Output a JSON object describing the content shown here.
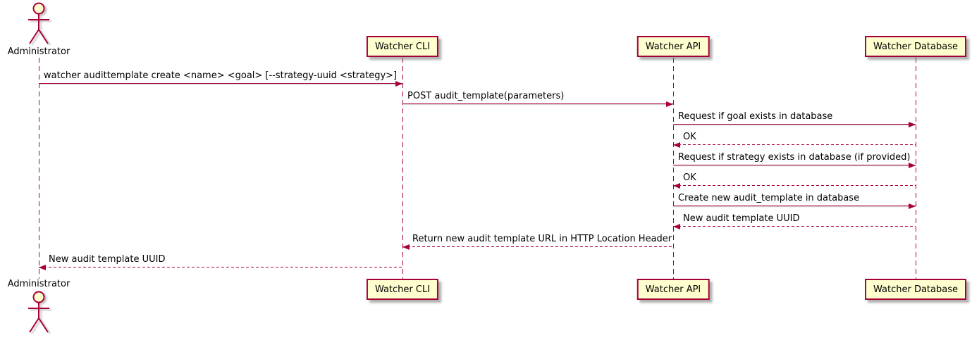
{
  "diagram": {
    "type": "sequence-diagram",
    "style": "plantuml",
    "colors": {
      "accent": "#A80036",
      "participant_fill": "#FEFECE",
      "text": "#000000",
      "background": "#FFFFFF"
    },
    "icons": {
      "actor": "stick-figure",
      "arrowhead": "filled-triangle"
    },
    "participants": [
      {
        "id": "administrator",
        "kind": "actor",
        "label": "Administrator"
      },
      {
        "id": "watcher-cli",
        "kind": "participant",
        "label": "Watcher CLI"
      },
      {
        "id": "watcher-api",
        "kind": "participant",
        "label": "Watcher API"
      },
      {
        "id": "watcher-database",
        "kind": "participant",
        "label": "Watcher Database"
      }
    ],
    "messages": [
      {
        "from": "administrator",
        "to": "watcher-cli",
        "line": "solid",
        "text": "watcher audittemplate create <name> <goal> [--strategy-uuid <strategy>]"
      },
      {
        "from": "watcher-cli",
        "to": "watcher-api",
        "line": "solid",
        "text": "POST audit_template(parameters)"
      },
      {
        "from": "watcher-api",
        "to": "watcher-database",
        "line": "solid",
        "text": "Request if goal exists in database"
      },
      {
        "from": "watcher-database",
        "to": "watcher-api",
        "line": "dashed",
        "text": "OK"
      },
      {
        "from": "watcher-api",
        "to": "watcher-database",
        "line": "solid",
        "text": "Request if strategy exists in database (if provided)"
      },
      {
        "from": "watcher-database",
        "to": "watcher-api",
        "line": "dashed",
        "text": "OK"
      },
      {
        "from": "watcher-api",
        "to": "watcher-database",
        "line": "solid",
        "text": "Create new audit_template in database"
      },
      {
        "from": "watcher-database",
        "to": "watcher-api",
        "line": "dashed",
        "text": "New audit template UUID"
      },
      {
        "from": "watcher-api",
        "to": "watcher-cli",
        "line": "dashed",
        "text": "Return new audit template URL in HTTP Location Header"
      },
      {
        "from": "watcher-cli",
        "to": "administrator",
        "line": "dashed",
        "text": "New audit template UUID"
      }
    ]
  }
}
